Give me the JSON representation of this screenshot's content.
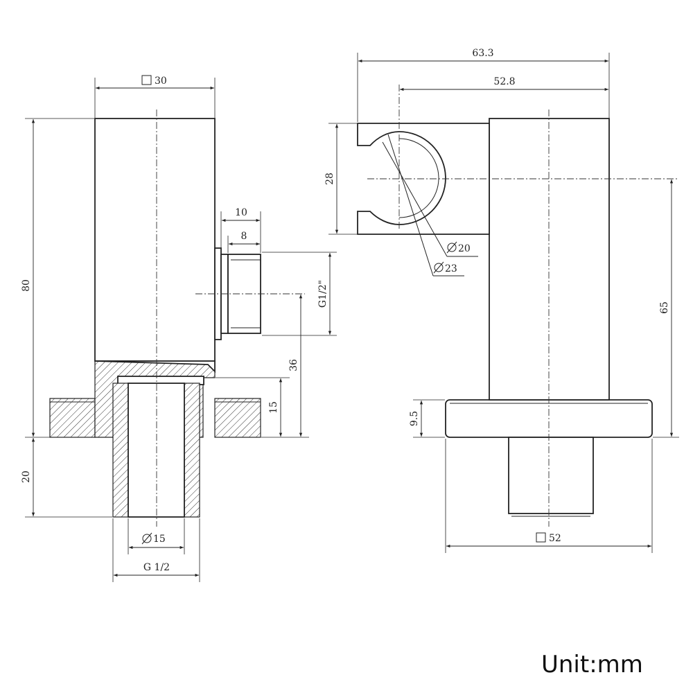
{
  "drawing": {
    "front_view": {
      "body_width": "30",
      "body_height": "80",
      "outlet_length": "10",
      "outlet_thread_length": "8",
      "outlet_thread": "G1/2\"",
      "outlet_height": "36",
      "base_height": "15",
      "inlet_length": "20",
      "inlet_diameter": "15",
      "inlet_thread": "G 1/2"
    },
    "side_view": {
      "overall_depth": "63.3",
      "holder_depth": "52.8",
      "holder_height": "28",
      "holder_inner_diameter": "20",
      "holder_outer_diameter": "23",
      "holder_center_height": "65",
      "flange_thickness": "9.5",
      "flange_width": "52"
    },
    "unit": "Unit:mm"
  }
}
